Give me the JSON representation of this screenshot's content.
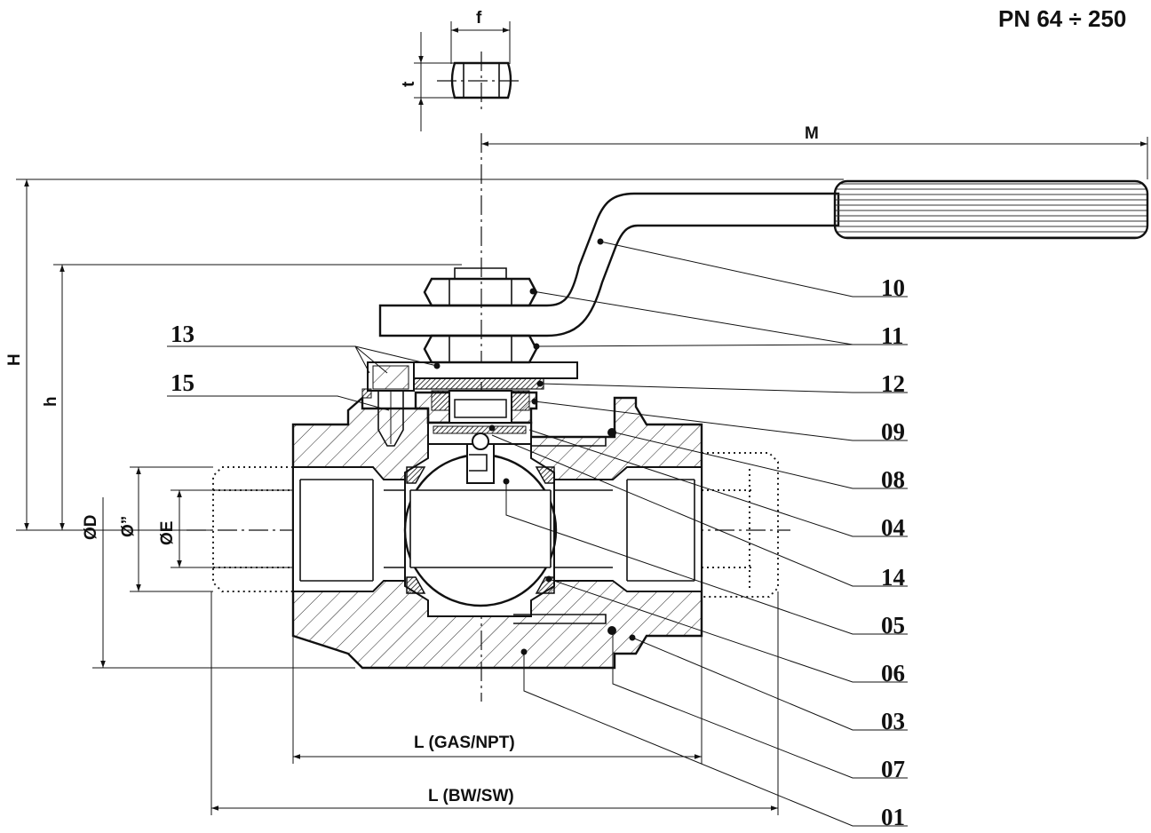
{
  "header": {
    "pressure_class": "PN 64 ÷ 250"
  },
  "dimensions": {
    "f": "f",
    "t": "t",
    "M": "M",
    "H": "H",
    "h": "h",
    "D": "ØD",
    "inch": "Ø”",
    "E": "ØE",
    "L_gas": "L (GAS/NPT)",
    "L_bw": "L (BW/SW)"
  },
  "callouts_left": [
    "13",
    "15"
  ],
  "callouts_right": [
    "10",
    "11",
    "12",
    "09",
    "08",
    "04",
    "14",
    "05",
    "06",
    "03",
    "07",
    "01"
  ]
}
